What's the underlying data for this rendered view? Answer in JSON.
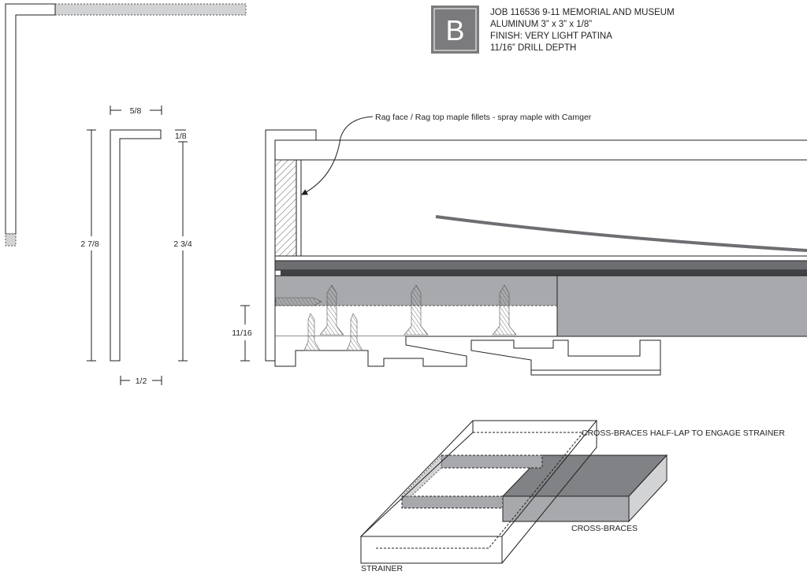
{
  "badge": {
    "letter": "B",
    "color": "#7b7b7d"
  },
  "header": {
    "lines": [
      "JOB 116536 9-11 MEMORIAL AND MUSEUM",
      "ALUMINUM 3” x 3” x 1/8”",
      "FINISH: VERY LIGHT PATINA",
      "11/16” DRILL DEPTH"
    ]
  },
  "dimensions": {
    "top_width": "5/8",
    "flange_thickness": "1/8",
    "outer_height": "2 7/8",
    "inner_height": "2 3/4",
    "bottom_width": "1/2",
    "drill_depth": "11/16"
  },
  "callouts": {
    "fillet_note": "Rag face / Rag top maple fillets - spray maple with Camger",
    "cross_braces_halflap": "CROSS-BRACES HALF-LAP TO ENGAGE STRAINER",
    "cross_braces": "CROSS-BRACES",
    "strainer": "STRAINER"
  },
  "colors": {
    "dark_bar": "#58595b",
    "mid_grey": "#a7a9ac",
    "light_grey": "#d1d3d4"
  }
}
